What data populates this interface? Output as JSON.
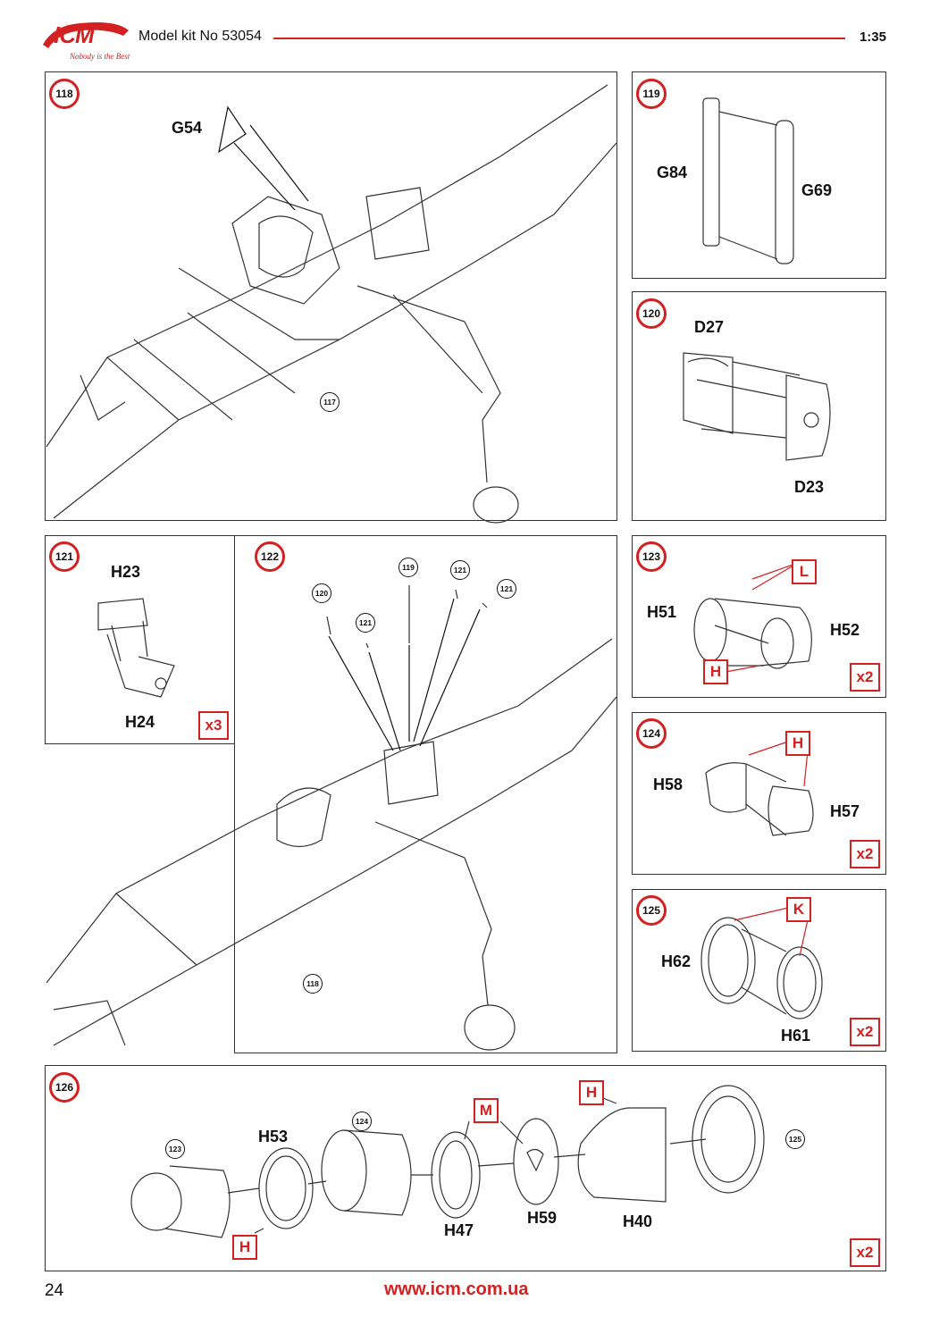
{
  "header": {
    "brand": "ICM",
    "tagline": "Nobody is the Best",
    "model_label": "Model kit No 53054",
    "scale": "1:35"
  },
  "colors": {
    "accent": "#d32121",
    "line": "#333333"
  },
  "steps": {
    "s118": {
      "number": "118",
      "parts": [
        "G54"
      ],
      "refs": [
        "117"
      ]
    },
    "s119": {
      "number": "119",
      "parts": [
        "G84",
        "G69"
      ]
    },
    "s120": {
      "number": "120",
      "parts": [
        "D27",
        "D23"
      ]
    },
    "s121": {
      "number": "121",
      "parts": [
        "H23",
        "H24"
      ],
      "multiplier": "x3"
    },
    "s122": {
      "number": "122",
      "refs": [
        "120",
        "121",
        "119",
        "121",
        "121",
        "118"
      ]
    },
    "s123": {
      "number": "123",
      "parts": [
        "H51",
        "H52"
      ],
      "tags": [
        "L",
        "H"
      ],
      "multiplier": "x2"
    },
    "s124": {
      "number": "124",
      "parts": [
        "H58",
        "H57"
      ],
      "tags": [
        "H"
      ],
      "multiplier": "x2"
    },
    "s125": {
      "number": "125",
      "parts": [
        "H62",
        "H61"
      ],
      "tags": [
        "K"
      ],
      "multiplier": "x2"
    },
    "s126": {
      "number": "126",
      "parts": [
        "H53",
        "H47",
        "H59",
        "H40"
      ],
      "tags": [
        "H",
        "M",
        "H"
      ],
      "refs": [
        "123",
        "124",
        "125"
      ],
      "multiplier": "x2"
    }
  },
  "footer": {
    "page": "24",
    "url": "www.icm.com.ua"
  }
}
